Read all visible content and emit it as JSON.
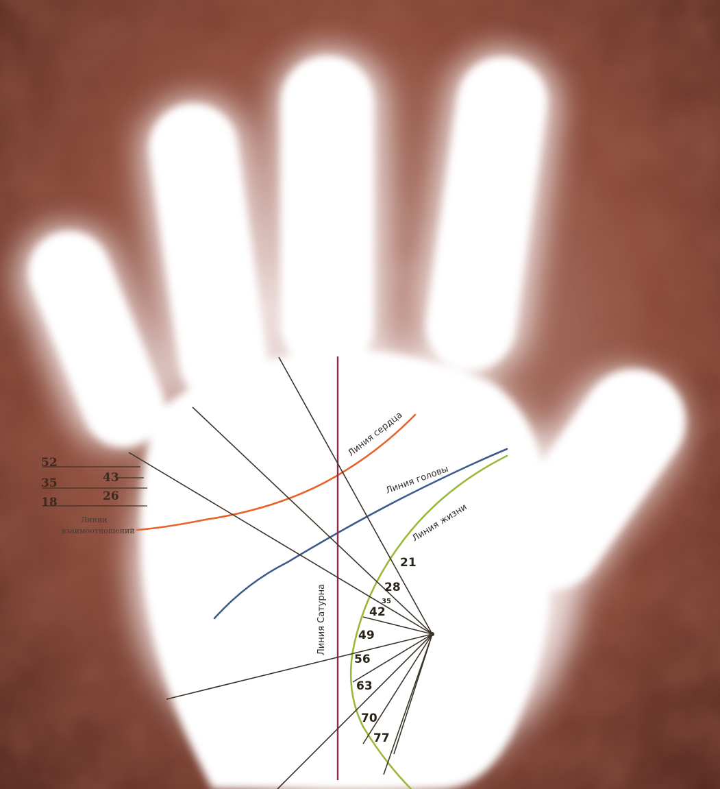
{
  "labels": {
    "heart_line": "Линия сердца",
    "head_line": "Линия головы",
    "life_line": "Линия жизни",
    "saturn_line": "Линия Сатурна",
    "relationship_line_1": "Линии",
    "relationship_line_2": "взаимоотношений"
  },
  "relationship_ages": {
    "a52": "52",
    "a35": "35",
    "a18": "18",
    "a43": "43",
    "a26": "26"
  },
  "life_line_ages": [
    "21",
    "28",
    "35",
    "42",
    "49",
    "56",
    "63",
    "70",
    "77"
  ],
  "colors": {
    "heart_line": "#e8622a",
    "head_line": "#3d5a8a",
    "life_line": "#9ab83a",
    "saturn_line": "#8a2a4a",
    "guide_lines": "#3a3428"
  }
}
